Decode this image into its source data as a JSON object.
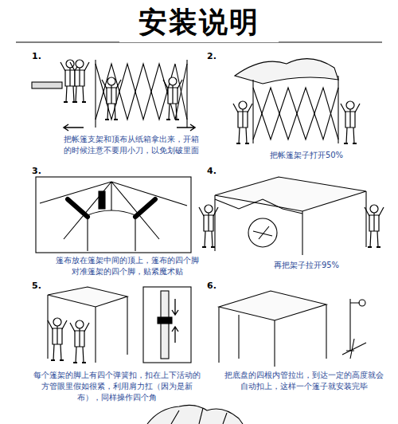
{
  "diagram": {
    "title": "安装说明",
    "labels": [
      "1.",
      "把帐篷支架和顶布从纸箱拿出来，开箱的时候注意不要用小刀，以免划破里面",
      "2.",
      "把帐篷架子打开50%",
      "3.",
      "篷布放在篷架中间的顶上，篷布的四个脚对准篷架的四个脚，贴紧魔术贴",
      "4.",
      "再把架子拉开95%",
      "5.",
      "每个篷架的脚上有四个弹簧扣，扣在上下活动的方管眼里假如很紧，利用肩力扛（因为是新布），同样操作四个角",
      "6.",
      "把底盘的四根内管拉出，到达一定的高度就会自动扣上，这样一个篷子就安装完毕"
    ]
  }
}
